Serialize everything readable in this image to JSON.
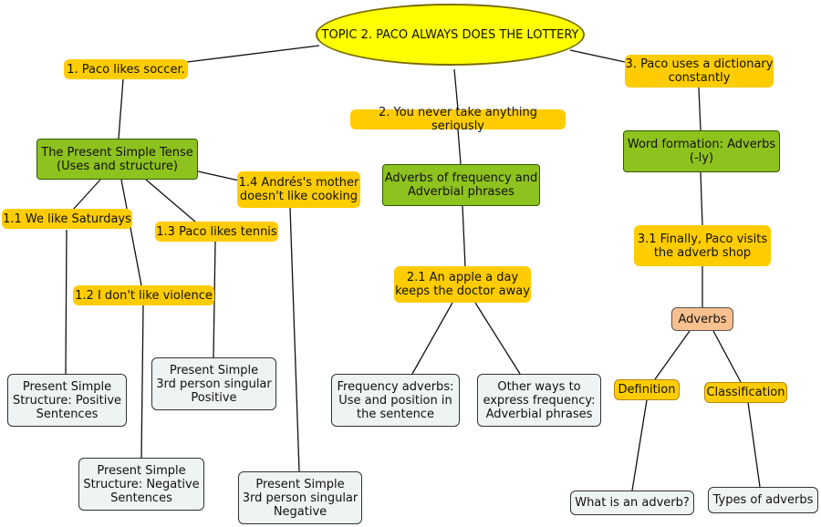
{
  "diagram": {
    "topic": "TOPIC 2. PACO ALWAYS DOES THE LOTTERY",
    "branch1": {
      "title": "1. Paco likes soccer.",
      "sub": "The Present Simple Tense\n(Uses and structure)",
      "s1": "1.1 We like Saturdays",
      "s2": "1.2 I don't like violence",
      "s3": "1.3 Paco likes tennis",
      "s4": "1.4 Andrés's mother\ndoesn't like cooking",
      "leaf1": "Present Simple\nStructure: Positive\nSentences",
      "leaf2": "Present Simple\nStructure: Negative\nSentences",
      "leaf3": "Present Simple\n3rd person singular\nPositive",
      "leaf4": "Present Simple\n3rd person singular\nNegative"
    },
    "branch2": {
      "title": "2. You never take anything seriously",
      "sub": "Adverbs of frequency and\nAdverbial phrases",
      "s1": "2.1 An apple a day\nkeeps the doctor away",
      "leaf1": "Frequency adverbs:\nUse and position in\nthe sentence",
      "leaf2": "Other ways to\nexpress frequency:\nAdverbial phrases"
    },
    "branch3": {
      "title": "3. Paco uses a dictionary\nconstantly",
      "sub": "Word formation: Adverbs\n(-ly)",
      "s1": "3.1 Finally, Paco visits\nthe adverb shop",
      "adverbs": "Adverbs",
      "definition": "Definition",
      "classification": "Classification",
      "leaf1": "What is an adverb?",
      "leaf2": "Types of adverbs"
    }
  },
  "colors": {
    "topic": "#ffff00",
    "branch": "#ffcc00",
    "subtopic": "#8ec21e",
    "leaf": "#eef3f3",
    "adverbs": "#f9c08f"
  }
}
